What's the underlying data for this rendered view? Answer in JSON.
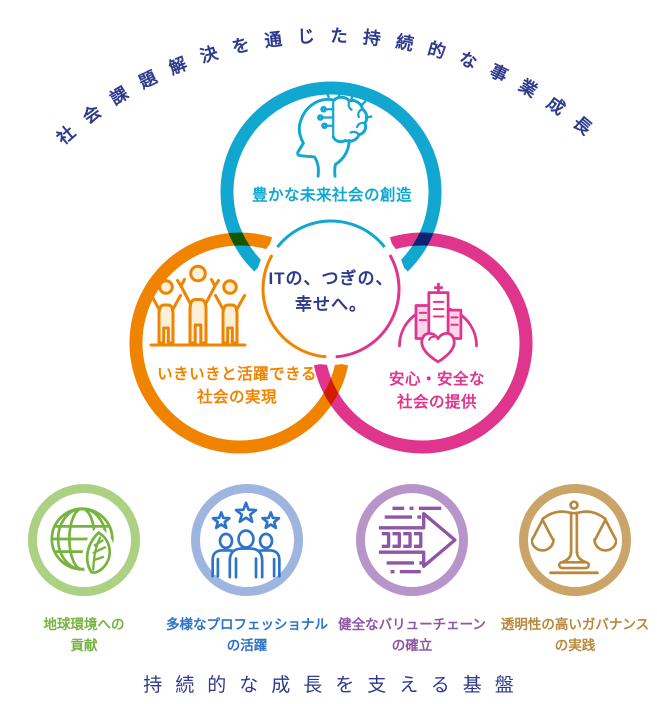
{
  "arc_title": "社会課題解決を通じた持続的な事業成長",
  "footer_title": "持続的な成長を支える基盤",
  "center_message": {
    "line1": "ITの、つぎの、",
    "line2": "幸せへ。"
  },
  "venn_circles": [
    {
      "label": "豊かな未来社会の創造",
      "icon": "head-brain-icon"
    },
    {
      "line1": "いきいきと活躍できる",
      "line2": "社会の実現",
      "icon": "cheering-people-icon"
    },
    {
      "line1": "安心・安全な",
      "line2": "社会の提供",
      "icon": "city-heart-icon"
    }
  ],
  "foundation_items": [
    {
      "line1": "地球環境への",
      "line2": "貢献",
      "icon": "globe-leaf-icon"
    },
    {
      "line1": "多様なプロフェッショナル",
      "line2": "の活躍",
      "icon": "stars-people-icon"
    },
    {
      "line1": "健全なバリューチェーン",
      "line2": "の確立",
      "icon": "value-chain-arrow-icon"
    },
    {
      "line1": "透明性の高いガバナンス",
      "line2": "の実践",
      "icon": "scales-of-justice-icon"
    }
  ],
  "colors": {
    "navy": "#2E3A8C",
    "cyan": "#12A7D0",
    "orange": "#F08300",
    "pink": "#E0358C",
    "green": "#76B43F",
    "green_ring": "#ACD182",
    "blue": "#2D74C8",
    "blue_ring": "#9DB5DF",
    "purple": "#8F56A5",
    "purple_ring": "#B795C8",
    "gold": "#B8893B",
    "gold_ring": "#CBA467",
    "people_fill": "#FCF1D6",
    "building_fill": "#F9D7E8",
    "white": "#FFFFFF"
  }
}
